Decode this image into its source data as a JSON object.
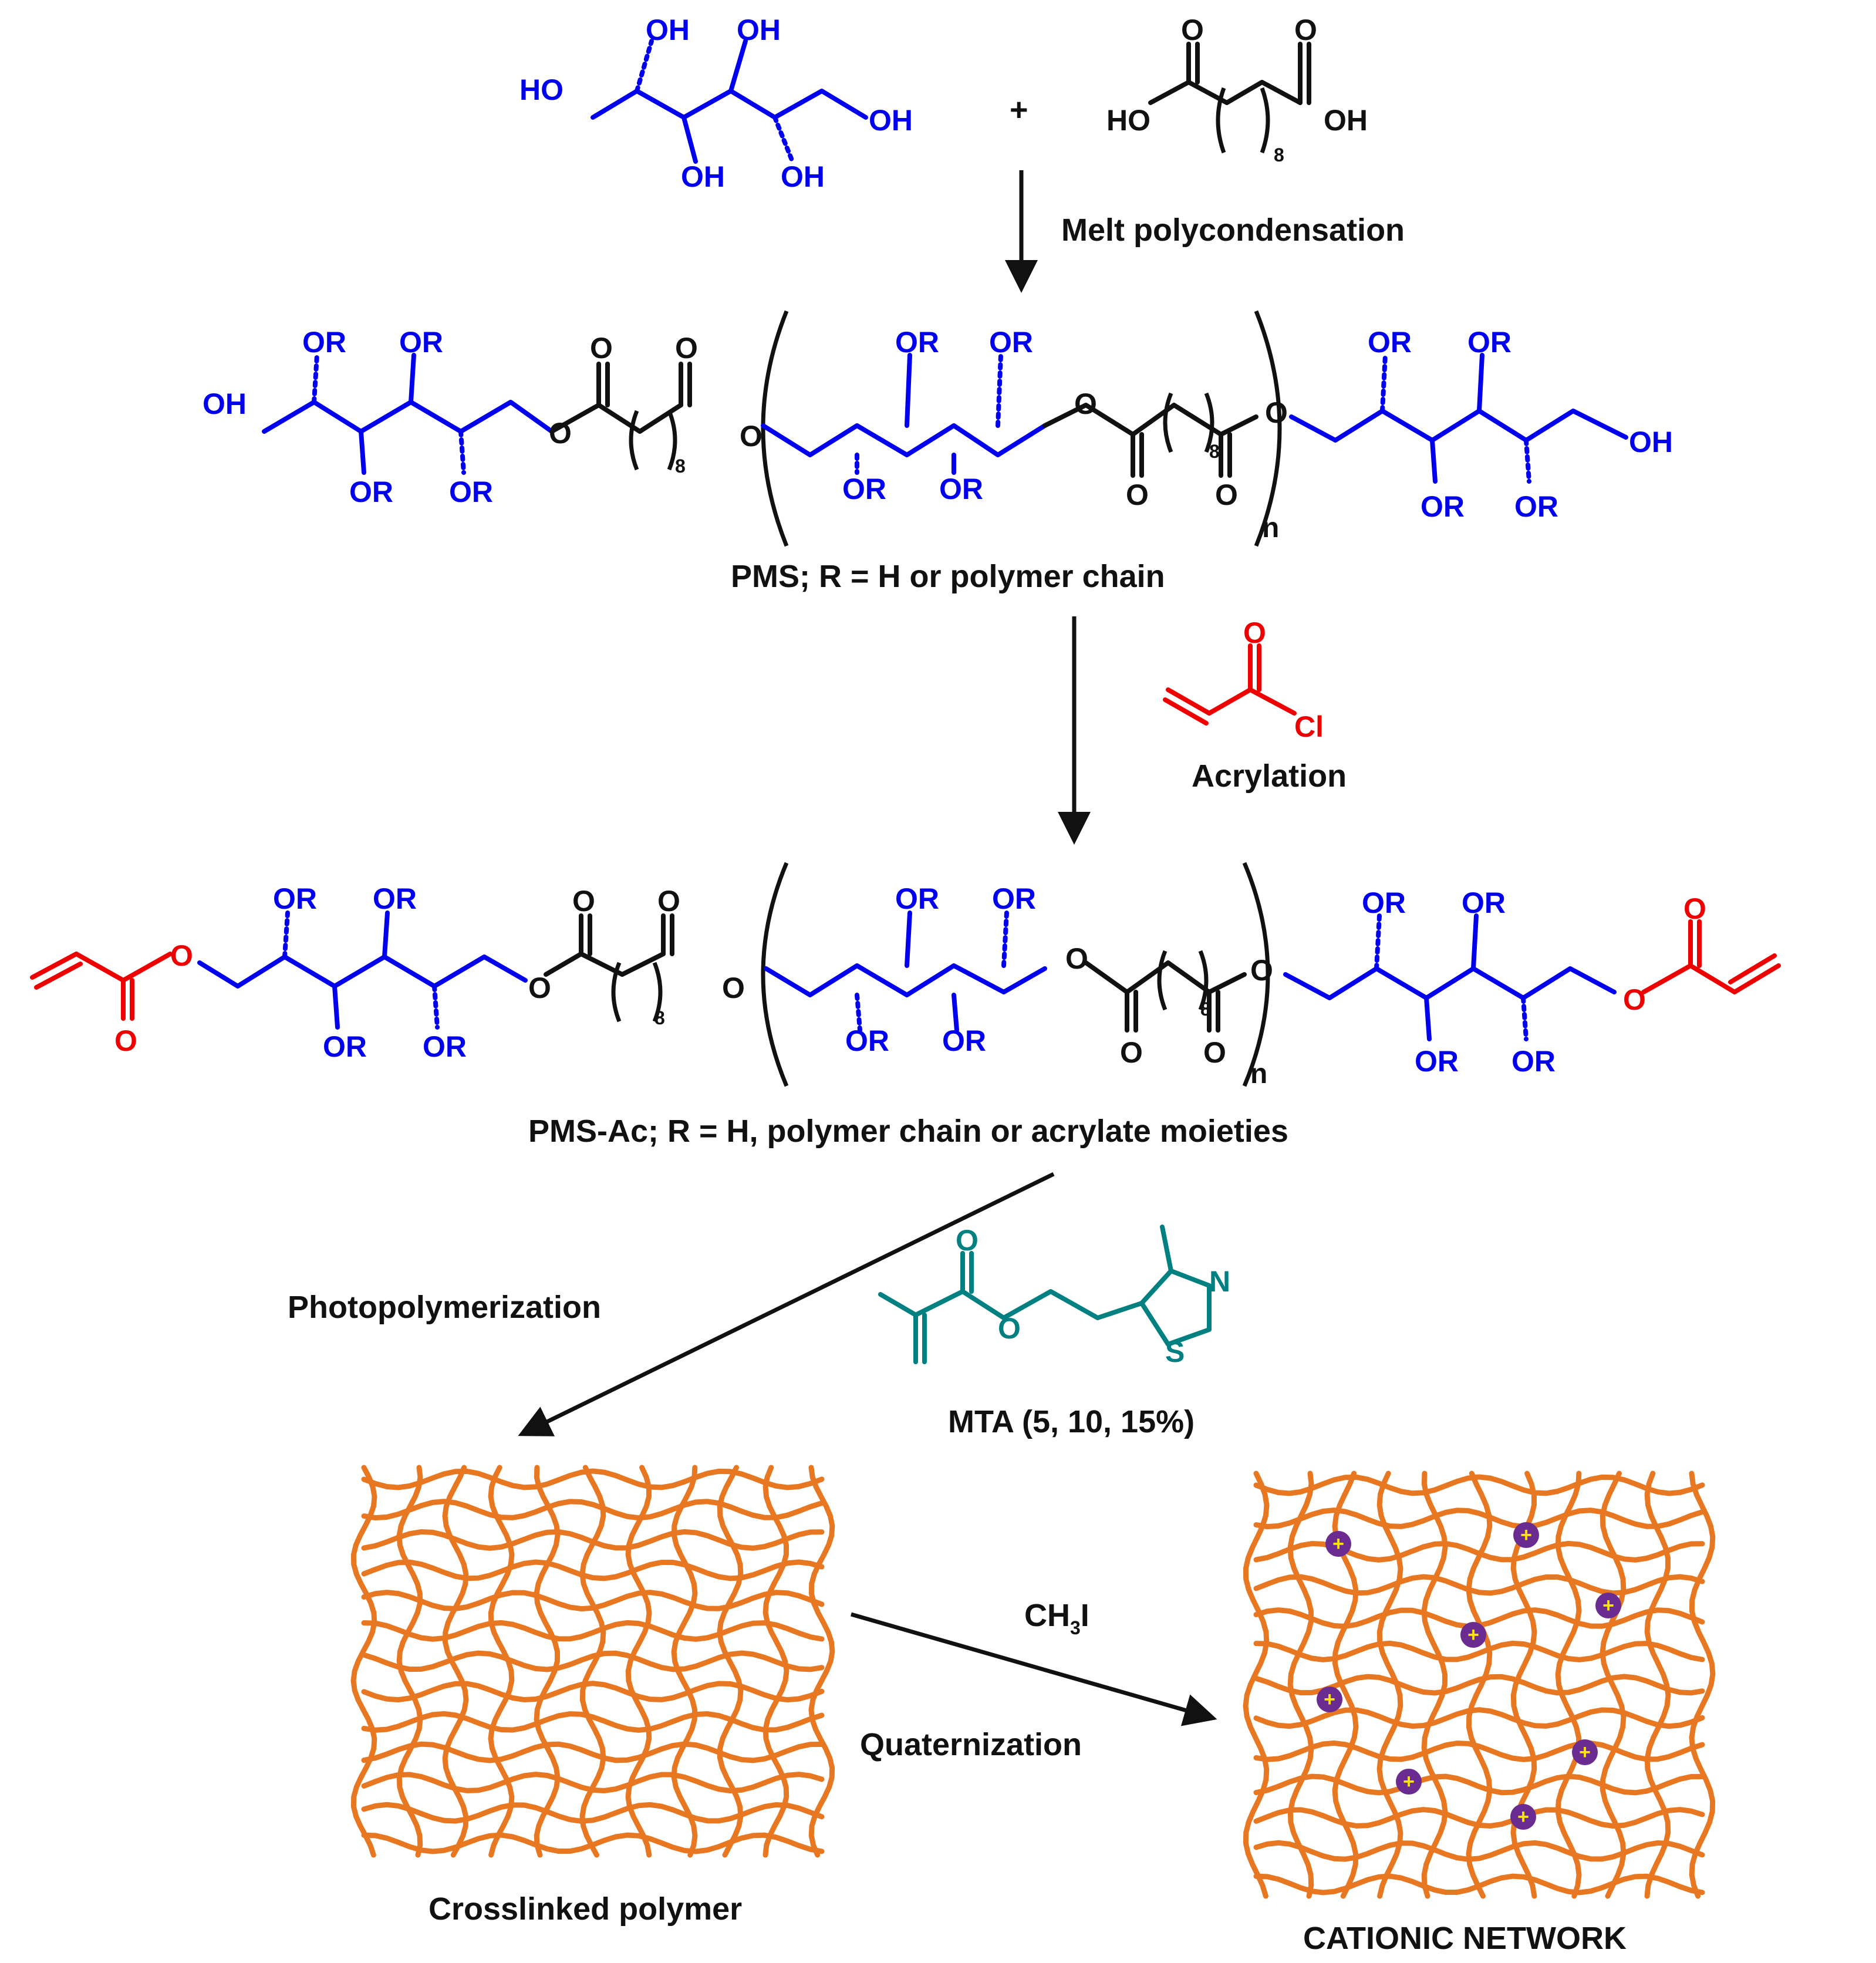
{
  "colors": {
    "sorbitol_blue": "#0000ee",
    "diacid_black": "#111111",
    "acrylate_red": "#ee0000",
    "mta_teal": "#008080",
    "network_orange": "#e87722",
    "cation_purple": "#6a2c91",
    "cation_plus": "#ffe600"
  },
  "atoms": {
    "oh": "OH",
    "ho": "HO",
    "or": "OR",
    "o": "O",
    "cl": "Cl",
    "n": "N",
    "s": "S",
    "repeat_8": "8",
    "repeat_n": "n",
    "plus": "+"
  },
  "steps": {
    "melt": "Melt polycondensation",
    "acrylation": "Acrylation",
    "photopolymerization": "Photopolymerization",
    "quaternization": "Quaternization",
    "reagent_ch3i_main": "CH",
    "reagent_ch3i_sub": "3",
    "reagent_ch3i_end": "I"
  },
  "labels": {
    "pms": "PMS; R = H or polymer chain",
    "pms_ac": "PMS-Ac; R = H, polymer chain or acrylate moieties",
    "mta": "MTA (5, 10, 15%)",
    "crosslinked": "Crosslinked polymer",
    "cationic": "CATIONIC NETWORK"
  }
}
